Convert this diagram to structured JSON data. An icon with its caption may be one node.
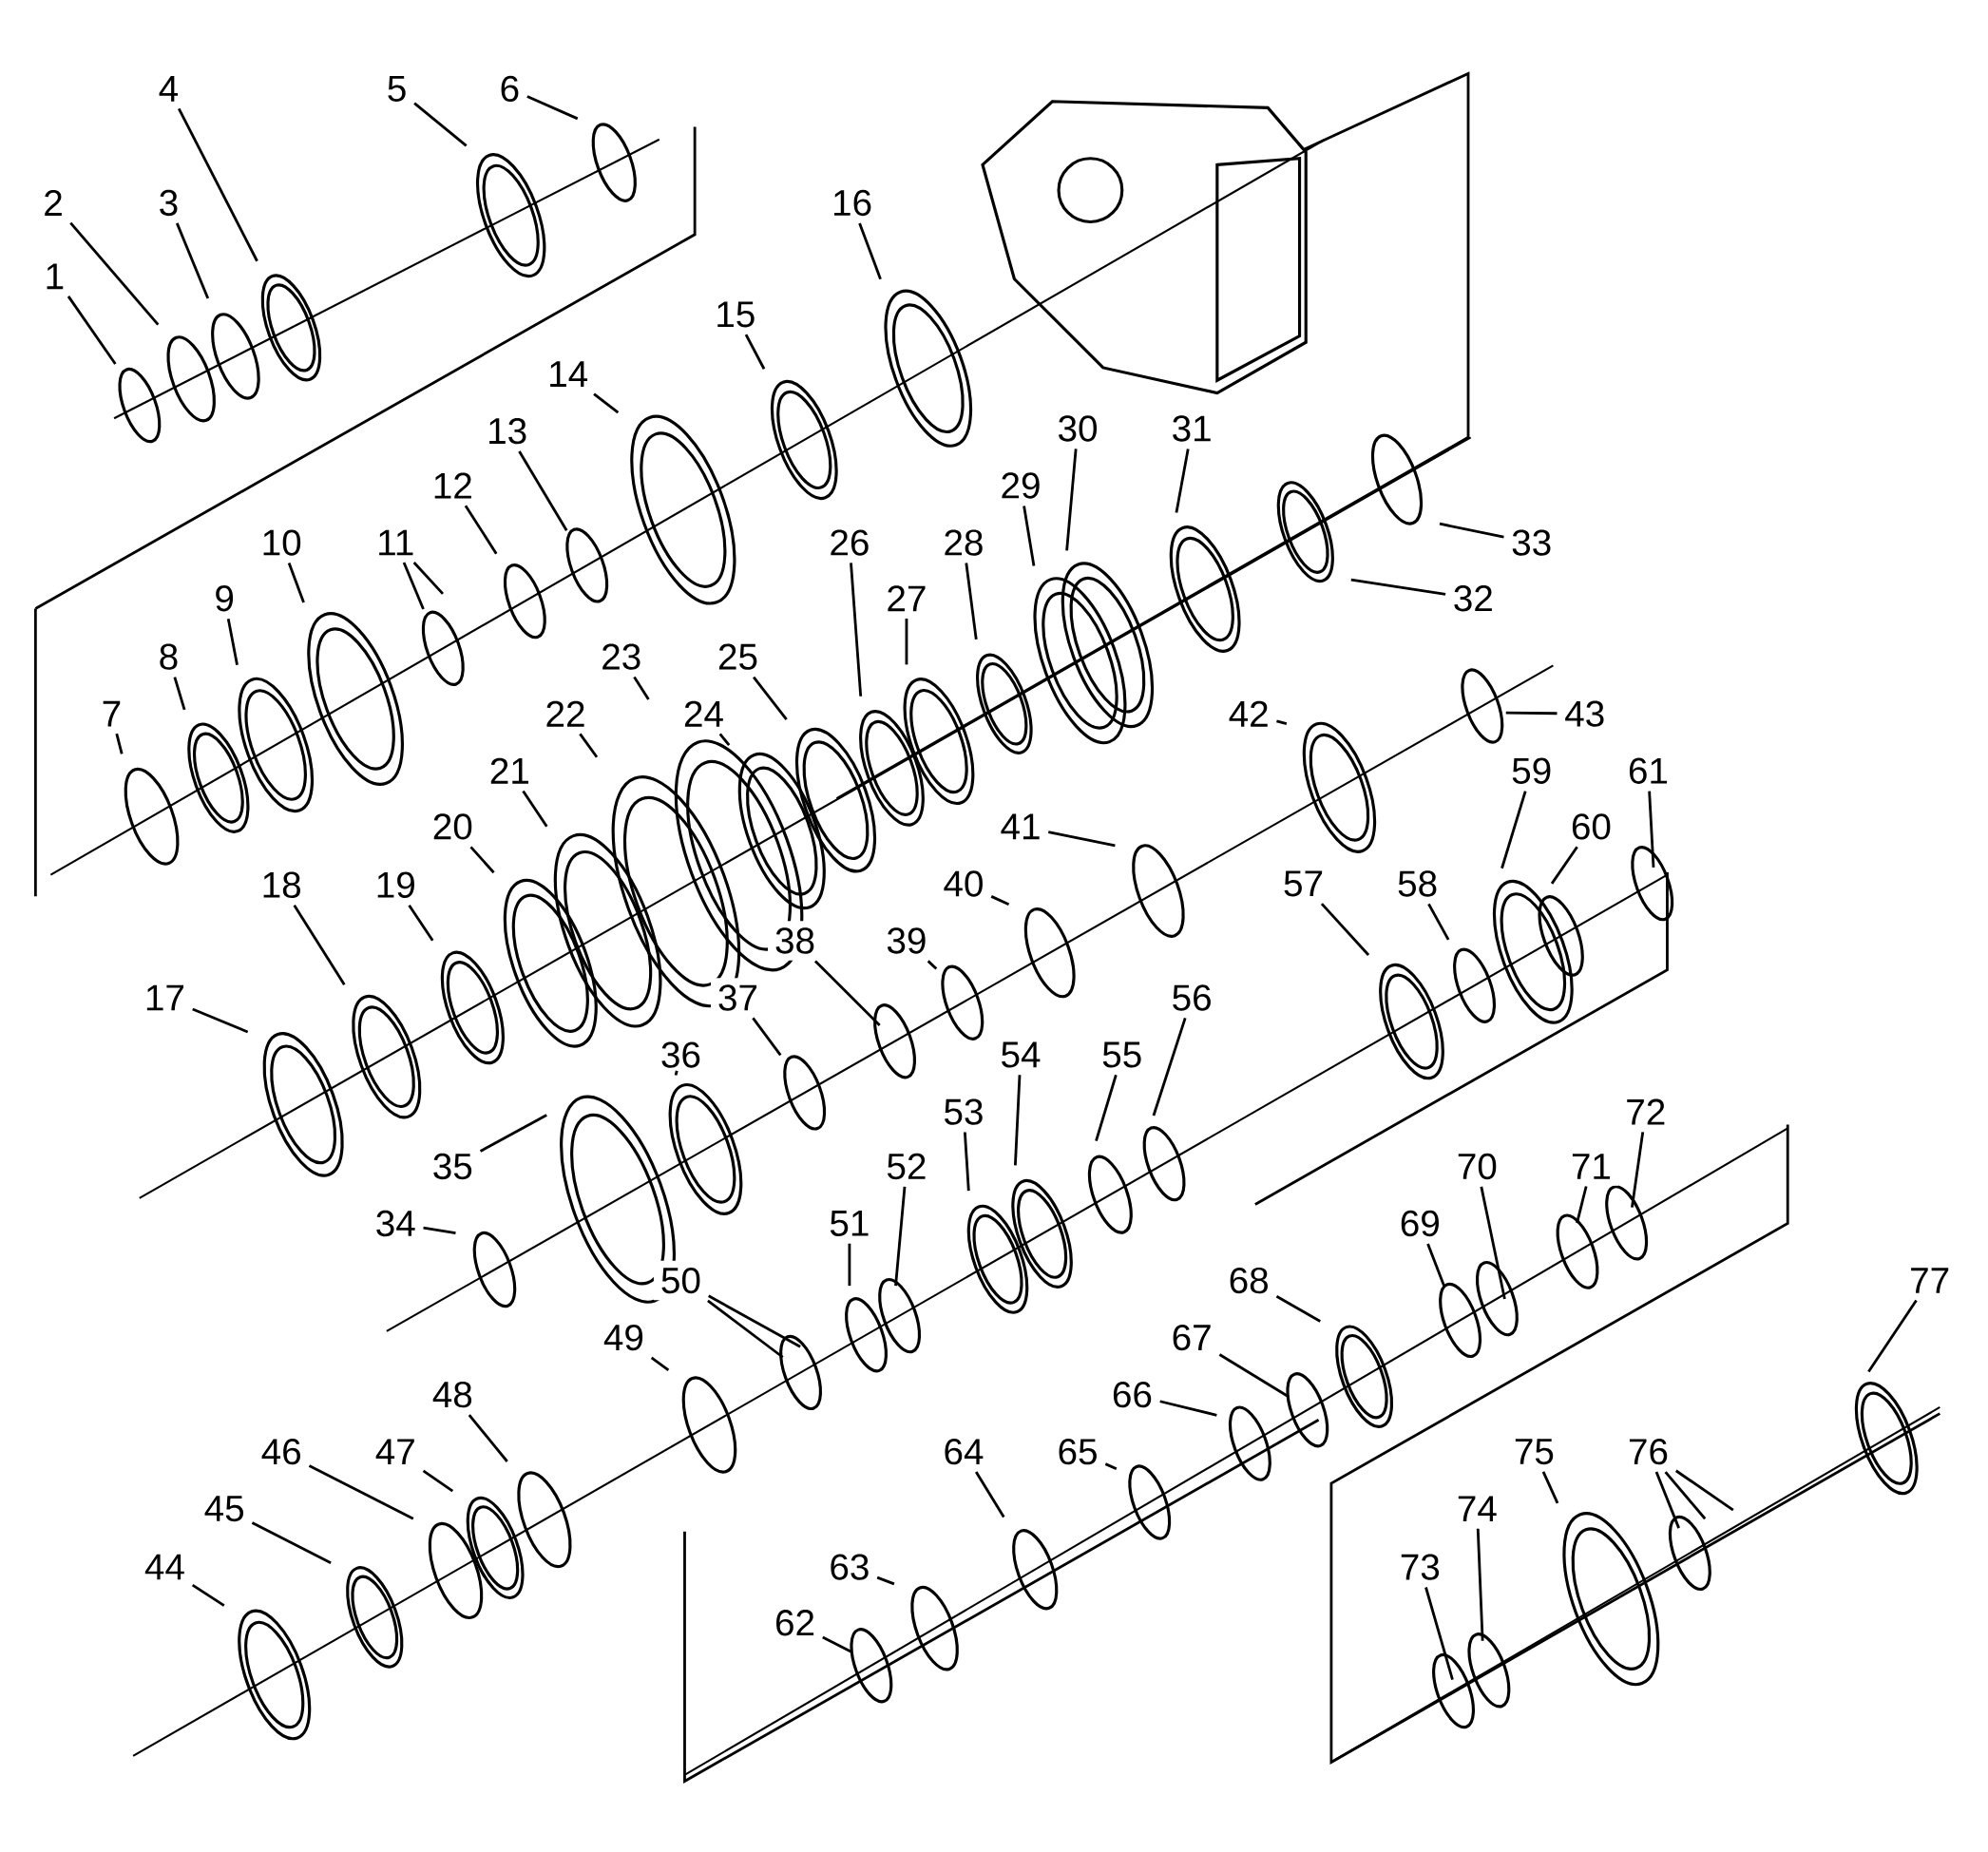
{
  "diagram": {
    "nodes": [
      {
        "text": [
          "1"
        ]
      },
      {
        "text": [
          "2"
        ]
      },
      {
        "text": [
          "3"
        ]
      },
      {
        "text": [
          "4"
        ]
      },
      {
        "text": [
          "5"
        ]
      },
      {
        "text": [
          "6"
        ]
      },
      {
        "text": [
          "7"
        ]
      },
      {
        "text": [
          "8"
        ]
      },
      {
        "text": [
          "9"
        ]
      },
      {
        "text": [
          "10"
        ]
      },
      {
        "text": [
          "11"
        ]
      },
      {
        "text": [
          "12"
        ]
      },
      {
        "text": [
          "13"
        ]
      },
      {
        "text": [
          "14"
        ]
      },
      {
        "text": [
          "15"
        ]
      },
      {
        "text": [
          "16"
        ]
      },
      {
        "text": [
          "17"
        ]
      },
      {
        "text": [
          "18"
        ]
      },
      {
        "text": [
          "19"
        ]
      },
      {
        "text": [
          "20"
        ]
      },
      {
        "text": [
          "21"
        ]
      },
      {
        "text": [
          "22"
        ]
      },
      {
        "text": [
          "23"
        ]
      },
      {
        "text": [
          "24"
        ]
      },
      {
        "text": [
          "25"
        ]
      },
      {
        "text": [
          "26"
        ]
      },
      {
        "text": [
          "27"
        ]
      },
      {
        "text": [
          "28"
        ]
      },
      {
        "text": [
          "29"
        ]
      },
      {
        "text": [
          "30"
        ]
      },
      {
        "text": [
          "31"
        ]
      },
      {
        "text": [
          "32"
        ]
      },
      {
        "text": [
          "33"
        ]
      },
      {
        "text": [
          "34"
        ]
      },
      {
        "text": [
          "35"
        ]
      },
      {
        "text": [
          "36"
        ]
      },
      {
        "text": [
          "37"
        ]
      },
      {
        "text": [
          "38"
        ]
      },
      {
        "text": [
          "39"
        ]
      },
      {
        "text": [
          "40"
        ]
      },
      {
        "text": [
          "41"
        ]
      },
      {
        "text": [
          "42"
        ]
      },
      {
        "text": [
          "43"
        ]
      },
      {
        "text": [
          "44"
        ]
      },
      {
        "text": [
          "45"
        ]
      },
      {
        "text": [
          "46"
        ]
      },
      {
        "text": [
          "47"
        ]
      },
      {
        "text": [
          "48"
        ]
      },
      {
        "text": [
          "49"
        ]
      },
      {
        "text": [
          "50"
        ]
      },
      {
        "text": [
          "51"
        ]
      },
      {
        "text": [
          "52"
        ]
      },
      {
        "text": [
          "53"
        ]
      },
      {
        "text": [
          "54"
        ]
      },
      {
        "text": [
          "55"
        ]
      },
      {
        "text": [
          "56"
        ]
      },
      {
        "text": [
          "57"
        ]
      },
      {
        "text": [
          "58"
        ]
      },
      {
        "text": [
          "59"
        ]
      },
      {
        "text": [
          "60"
        ]
      },
      {
        "text": [
          "61"
        ]
      },
      {
        "text": [
          "62"
        ]
      },
      {
        "text": [
          "63"
        ]
      },
      {
        "text": [
          "64"
        ]
      },
      {
        "text": [
          "65"
        ]
      },
      {
        "text": [
          "66"
        ]
      },
      {
        "text": [
          "67"
        ]
      },
      {
        "text": [
          "68"
        ]
      },
      {
        "text": [
          "69"
        ]
      },
      {
        "text": [
          "70"
        ]
      },
      {
        "text": [
          "71"
        ]
      },
      {
        "text": [
          "72"
        ]
      },
      {
        "text": [
          "73"
        ]
      },
      {
        "text": [
          "74"
        ]
      },
      {
        "text": [
          "75"
        ]
      },
      {
        "text": [
          "76"
        ]
      },
      {
        "text": [
          "77"
        ]
      }
    ],
    "edges": [
      {
        "from": 0,
        "to": null,
        "arrow": "none"
      },
      {
        "from": 1,
        "to": null,
        "arrow": "none"
      },
      {
        "from": 2,
        "to": null,
        "arrow": "none"
      },
      {
        "from": 3,
        "to": null,
        "arrow": "none"
      },
      {
        "from": 4,
        "to": null,
        "arrow": "none"
      },
      {
        "from": 5,
        "to": null,
        "arrow": "none"
      },
      {
        "from": 6,
        "to": null,
        "arrow": "none"
      },
      {
        "from": 7,
        "to": null,
        "arrow": "none"
      },
      {
        "from": 8,
        "to": null,
        "arrow": "none"
      },
      {
        "from": 9,
        "to": null,
        "arrow": "none"
      },
      {
        "from": 10,
        "to": null,
        "arrow": "none"
      },
      {
        "from": 10,
        "to": null,
        "arrow": "none"
      },
      {
        "from": 11,
        "to": null,
        "arrow": "none"
      },
      {
        "from": 12,
        "to": null,
        "arrow": "none"
      },
      {
        "from": 13,
        "to": null,
        "arrow": "none"
      },
      {
        "from": 14,
        "to": null,
        "arrow": "none"
      },
      {
        "from": 15,
        "to": null,
        "arrow": "none"
      },
      {
        "from": 16,
        "to": null,
        "arrow": "none"
      },
      {
        "from": 17,
        "to": null,
        "arrow": "none"
      },
      {
        "from": 18,
        "to": null,
        "arrow": "none"
      },
      {
        "from": 19,
        "to": null,
        "arrow": "none"
      },
      {
        "from": 20,
        "to": null,
        "arrow": "none"
      },
      {
        "from": 21,
        "to": null,
        "arrow": "none"
      },
      {
        "from": 22,
        "to": null,
        "arrow": "none"
      },
      {
        "from": 23,
        "to": null,
        "arrow": "none"
      },
      {
        "from": 24,
        "to": null,
        "arrow": "none"
      },
      {
        "from": 25,
        "to": null,
        "arrow": "none"
      },
      {
        "from": 26,
        "to": null,
        "arrow": "none"
      },
      {
        "from": 27,
        "to": null,
        "arrow": "none"
      },
      {
        "from": 28,
        "to": null,
        "arrow": "none"
      },
      {
        "from": 29,
        "to": null,
        "arrow": "none"
      },
      {
        "from": 30,
        "to": null,
        "arrow": "none"
      },
      {
        "from": 31,
        "to": null,
        "arrow": "none"
      },
      {
        "from": 32,
        "to": null,
        "arrow": "none"
      },
      {
        "from": 33,
        "to": null,
        "arrow": "none"
      },
      {
        "from": 34,
        "to": null,
        "arrow": "none"
      },
      {
        "from": 35,
        "to": null,
        "arrow": "none"
      },
      {
        "from": 36,
        "to": null,
        "arrow": "none"
      },
      {
        "from": 37,
        "to": null,
        "arrow": "none"
      },
      {
        "from": 38,
        "to": null,
        "arrow": "none"
      },
      {
        "from": 39,
        "to": null,
        "arrow": "none"
      },
      {
        "from": 40,
        "to": null,
        "arrow": "none"
      },
      {
        "from": 41,
        "to": null,
        "arrow": "none"
      },
      {
        "from": 42,
        "to": null,
        "arrow": "none"
      },
      {
        "from": 43,
        "to": null,
        "arrow": "none"
      },
      {
        "from": 44,
        "to": null,
        "arrow": "none"
      },
      {
        "from": 45,
        "to": null,
        "arrow": "none"
      },
      {
        "from": 46,
        "to": null,
        "arrow": "none"
      },
      {
        "from": 47,
        "to": null,
        "arrow": "none"
      },
      {
        "from": 48,
        "to": null,
        "arrow": "none"
      },
      {
        "from": 49,
        "to": null,
        "arrow": "none"
      },
      {
        "from": 49,
        "to": null,
        "arrow": "none"
      },
      {
        "from": 50,
        "to": null,
        "arrow": "none"
      },
      {
        "from": 51,
        "to": null,
        "arrow": "none"
      },
      {
        "from": 52,
        "to": null,
        "arrow": "none"
      },
      {
        "from": 53,
        "to": null,
        "arrow": "none"
      },
      {
        "from": 54,
        "to": null,
        "arrow": "none"
      },
      {
        "from": 55,
        "to": null,
        "arrow": "none"
      },
      {
        "from": 56,
        "to": null,
        "arrow": "none"
      },
      {
        "from": 57,
        "to": null,
        "arrow": "none"
      },
      {
        "from": 58,
        "to": null,
        "arrow": "none"
      },
      {
        "from": 59,
        "to": null,
        "arrow": "none"
      },
      {
        "from": 60,
        "to": null,
        "arrow": "none"
      },
      {
        "from": 61,
        "to": null,
        "arrow": "none"
      },
      {
        "from": 62,
        "to": null,
        "arrow": "none"
      },
      {
        "from": 63,
        "to": null,
        "arrow": "none"
      },
      {
        "from": 64,
        "to": null,
        "arrow": "none"
      },
      {
        "from": 65,
        "to": null,
        "arrow": "none"
      },
      {
        "from": 66,
        "to": null,
        "arrow": "none"
      },
      {
        "from": 67,
        "to": null,
        "arrow": "none"
      },
      {
        "from": 68,
        "to": null,
        "arrow": "none"
      },
      {
        "from": 69,
        "to": null,
        "arrow": "none"
      },
      {
        "from": 70,
        "to": null,
        "arrow": "none"
      },
      {
        "from": 71,
        "to": null,
        "arrow": "none"
      },
      {
        "from": 72,
        "to": null,
        "arrow": "none"
      },
      {
        "from": 73,
        "to": null,
        "arrow": "none"
      },
      {
        "from": 74,
        "to": null,
        "arrow": "none"
      },
      {
        "from": 75,
        "to": null,
        "arrow": "none"
      },
      {
        "from": 75,
        "to": null,
        "arrow": "none"
      },
      {
        "from": 75,
        "to": null,
        "arrow": "none"
      },
      {
        "from": 76,
        "to": null,
        "arrow": "none"
      }
    ]
  }
}
